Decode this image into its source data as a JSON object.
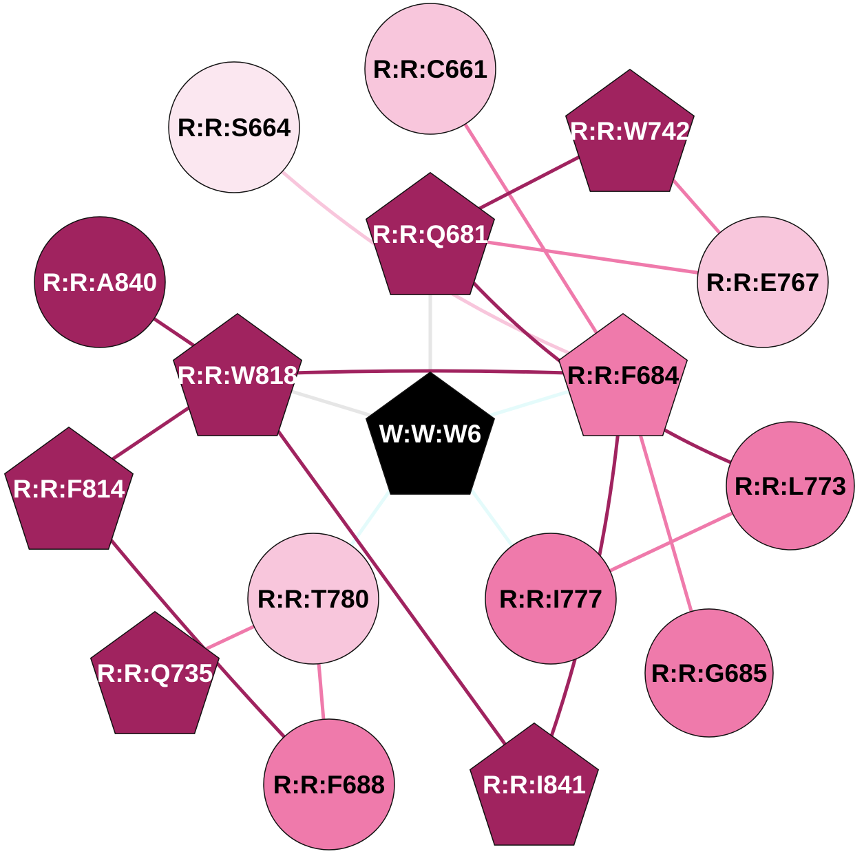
{
  "colors": {
    "dark": "#a0235f",
    "medium": "#ef7aab",
    "light": "#f8c6dc",
    "pale": "#fbe7f0",
    "center": "#000000",
    "edge_gray": "#e6e6e6",
    "edge_cyan": "#e4fbfb",
    "edge_pale": "#f8c6dc"
  },
  "nodes": [
    {
      "id": "C661",
      "label": "R:R:C661",
      "shape": "circle",
      "fill": "light",
      "text_color": "#000000"
    },
    {
      "id": "S664",
      "label": "R:R:S664",
      "shape": "circle",
      "fill": "pale",
      "text_color": "#000000"
    },
    {
      "id": "W742",
      "label": "R:R:W742",
      "shape": "pentagon",
      "fill": "dark",
      "text_color": "#ffffff"
    },
    {
      "id": "Q681",
      "label": "R:R:Q681",
      "shape": "pentagon",
      "fill": "dark",
      "text_color": "#ffffff"
    },
    {
      "id": "A840",
      "label": "R:R:A840",
      "shape": "circle",
      "fill": "dark",
      "text_color": "#ffffff"
    },
    {
      "id": "E767",
      "label": "R:R:E767",
      "shape": "circle",
      "fill": "light",
      "text_color": "#000000"
    },
    {
      "id": "W818",
      "label": "R:R:W818",
      "shape": "pentagon",
      "fill": "dark",
      "text_color": "#ffffff"
    },
    {
      "id": "F684",
      "label": "R:R:F684",
      "shape": "pentagon",
      "fill": "medium",
      "text_color": "#000000"
    },
    {
      "id": "W6",
      "label": "W:W:W6",
      "shape": "pentagon",
      "fill": "center",
      "text_color": "#ffffff"
    },
    {
      "id": "F814",
      "label": "R:R:F814",
      "shape": "pentagon",
      "fill": "dark",
      "text_color": "#ffffff"
    },
    {
      "id": "L773",
      "label": "R:R:L773",
      "shape": "circle",
      "fill": "medium",
      "text_color": "#000000"
    },
    {
      "id": "T780",
      "label": "R:R:T780",
      "shape": "circle",
      "fill": "light",
      "text_color": "#000000"
    },
    {
      "id": "I777",
      "label": "R:R:I777",
      "shape": "circle",
      "fill": "medium",
      "text_color": "#000000"
    },
    {
      "id": "G685",
      "label": "R:R:G685",
      "shape": "circle",
      "fill": "medium",
      "text_color": "#000000"
    },
    {
      "id": "Q735",
      "label": "R:R:Q735",
      "shape": "pentagon",
      "fill": "dark",
      "text_color": "#ffffff"
    },
    {
      "id": "F688",
      "label": "R:R:F688",
      "shape": "circle",
      "fill": "medium",
      "text_color": "#000000"
    },
    {
      "id": "I841",
      "label": "R:R:I841",
      "shape": "pentagon",
      "fill": "dark",
      "text_color": "#ffffff"
    }
  ],
  "edges": [
    {
      "source": "W6",
      "target": "Q681",
      "color": "edge_gray"
    },
    {
      "source": "W6",
      "target": "W818",
      "color": "edge_gray"
    },
    {
      "source": "W6",
      "target": "F684",
      "color": "edge_cyan"
    },
    {
      "source": "W6",
      "target": "T780",
      "color": "edge_cyan"
    },
    {
      "source": "W6",
      "target": "I777",
      "color": "edge_cyan"
    },
    {
      "source": "S664",
      "target": "F684",
      "color": "edge_pale"
    },
    {
      "source": "C661",
      "target": "F684",
      "color": "medium"
    },
    {
      "source": "W742",
      "target": "Q681",
      "color": "dark"
    },
    {
      "source": "W742",
      "target": "E767",
      "color": "medium"
    },
    {
      "source": "Q681",
      "target": "E767",
      "color": "medium"
    },
    {
      "source": "Q681",
      "target": "L773",
      "color": "dark"
    },
    {
      "source": "A840",
      "target": "W818",
      "color": "dark"
    },
    {
      "source": "W818",
      "target": "F684",
      "color": "dark"
    },
    {
      "source": "W818",
      "target": "F814",
      "color": "dark"
    },
    {
      "source": "W818",
      "target": "I841",
      "color": "dark"
    },
    {
      "source": "F684",
      "target": "I841",
      "color": "dark"
    },
    {
      "source": "F684",
      "target": "G685",
      "color": "medium"
    },
    {
      "source": "L773",
      "target": "I777",
      "color": "medium"
    },
    {
      "source": "F814",
      "target": "F688",
      "color": "dark"
    },
    {
      "source": "T780",
      "target": "Q735",
      "color": "medium"
    },
    {
      "source": "T780",
      "target": "F688",
      "color": "medium"
    }
  ]
}
